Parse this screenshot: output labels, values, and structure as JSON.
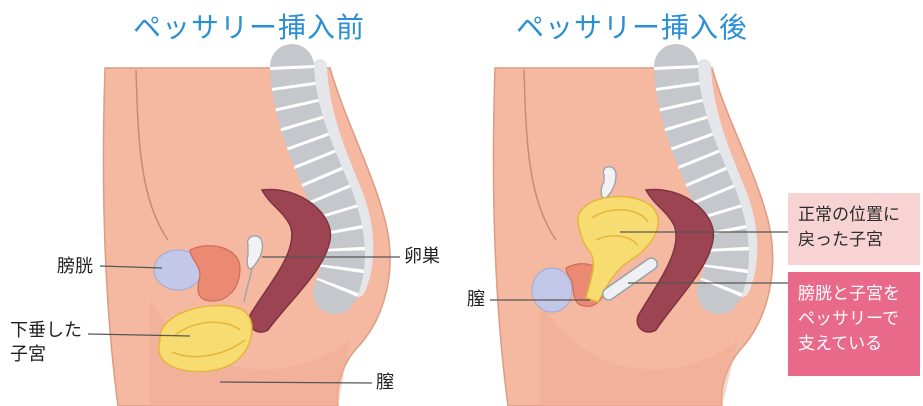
{
  "before": {
    "title": "ペッサリー挿入前",
    "labels": {
      "bladder": "膀胱",
      "ovary": "卵巣",
      "prolapsed_uterus_line1": "下垂した",
      "prolapsed_uterus_line2": "子宮",
      "vagina": "膣"
    }
  },
  "after": {
    "title": "ペッサリー挿入後",
    "labels": {
      "vagina": "膣"
    },
    "callouts": [
      {
        "lines": [
          "正常の位置に",
          "戻った子宮"
        ]
      },
      {
        "lines": [
          "膀胱と子宮を",
          "ペッサリーで",
          "支えている"
        ]
      }
    ]
  },
  "colors": {
    "title": "#2a8fd3",
    "body": "#f4b9a0",
    "rectum": "#9c4452",
    "spine": "#c4c8cd",
    "uterus": "#f7dc72",
    "bladder": "#c4c8e8",
    "bladder_wall": "#ea8a72",
    "callout_light": "#f8d3d4",
    "callout_dark": "#e9698a"
  }
}
